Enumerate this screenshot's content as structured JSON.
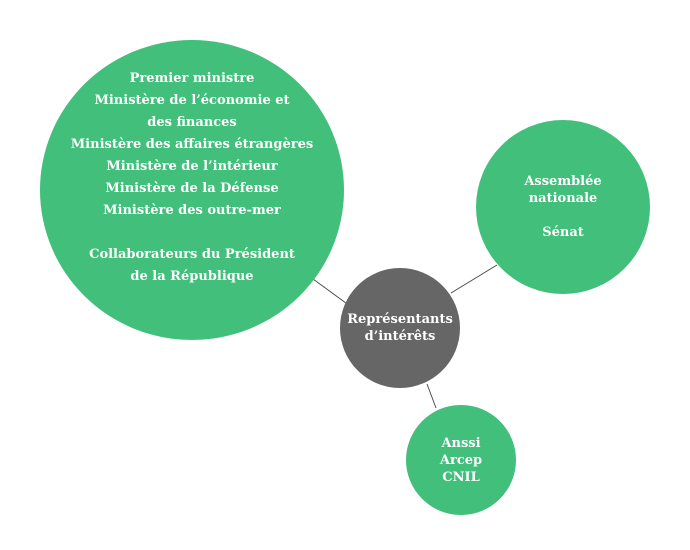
{
  "colors": {
    "green": "#43bf7c",
    "gray": "#666666",
    "connector": "#4a4a4a"
  },
  "government": {
    "lines": [
      "Premier ministre",
      "Ministère de l’économie et",
      "des finances",
      "Ministère des affaires étrangères",
      "Ministère de l’intérieur",
      "Ministère de la Défense",
      "Ministère des outre-mer"
    ],
    "president_lines": [
      "Collaborateurs du Président",
      "de la République"
    ]
  },
  "parliament": {
    "assembly_lines": [
      "Assemblée",
      "nationale"
    ],
    "senate": "Sénat"
  },
  "center": {
    "lines": [
      "Représentants",
      "d’intérêts"
    ]
  },
  "authorities": {
    "lines": [
      "Anssi",
      "Arcep",
      "CNIL"
    ]
  }
}
